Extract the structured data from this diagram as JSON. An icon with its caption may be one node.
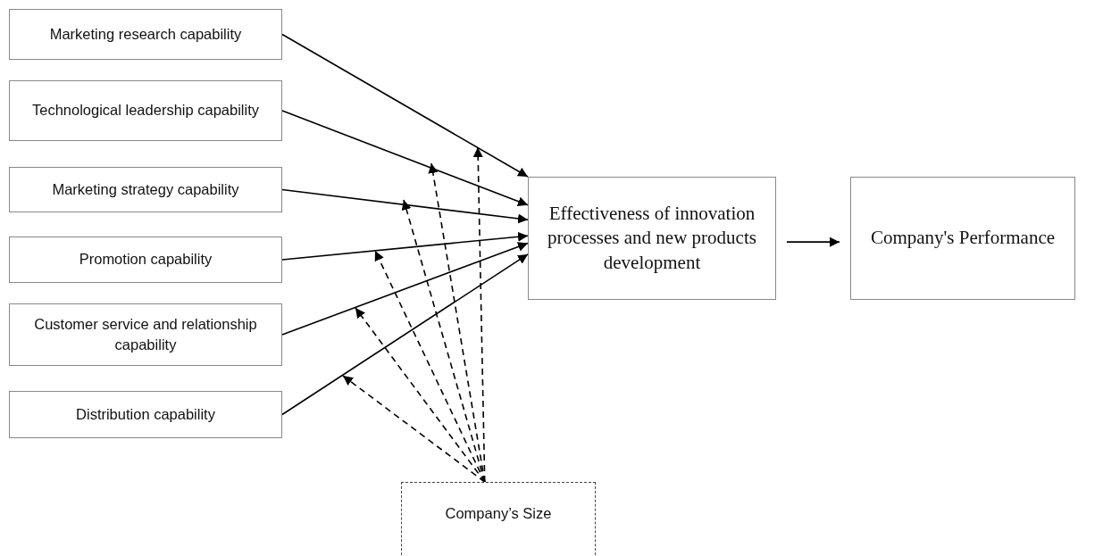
{
  "diagram": {
    "nodes": [
      {
        "text": [
          "Marketing research capability"
        ]
      },
      {
        "text": [
          "Technological leadership capability"
        ]
      },
      {
        "text": [
          "Marketing strategy capability"
        ]
      },
      {
        "text": [
          "Promotion capability"
        ]
      },
      {
        "text": [
          "Customer service and relationship capability"
        ]
      },
      {
        "text": [
          "Distribution capability"
        ]
      },
      {
        "text": [
          "Effectiveness of innovation processes and new products development"
        ]
      },
      {
        "text": [
          "Company's Performance"
        ]
      },
      {
        "text": [
          "Company’s Size"
        ]
      }
    ],
    "edges": [
      {
        "from": 0,
        "to": 6,
        "arrow": "to"
      },
      {
        "from": 1,
        "to": 6,
        "arrow": "to"
      },
      {
        "from": 2,
        "to": 6,
        "arrow": "to"
      },
      {
        "from": 3,
        "to": 6,
        "arrow": "to"
      },
      {
        "from": 4,
        "to": 6,
        "arrow": "to"
      },
      {
        "from": 5,
        "to": 6,
        "arrow": "to"
      },
      {
        "from": 6,
        "to": 7,
        "arrow": "to"
      },
      {
        "from": 8,
        "to": null,
        "arrow": "to",
        "style": "dashed"
      },
      {
        "from": 8,
        "to": null,
        "arrow": "to",
        "style": "dashed"
      },
      {
        "from": 8,
        "to": null,
        "arrow": "to",
        "style": "dashed"
      },
      {
        "from": 8,
        "to": null,
        "arrow": "to",
        "style": "dashed"
      },
      {
        "from": 8,
        "to": null,
        "arrow": "to",
        "style": "dashed"
      },
      {
        "from": 8,
        "to": null,
        "arrow": "to",
        "style": "dashed"
      }
    ]
  }
}
